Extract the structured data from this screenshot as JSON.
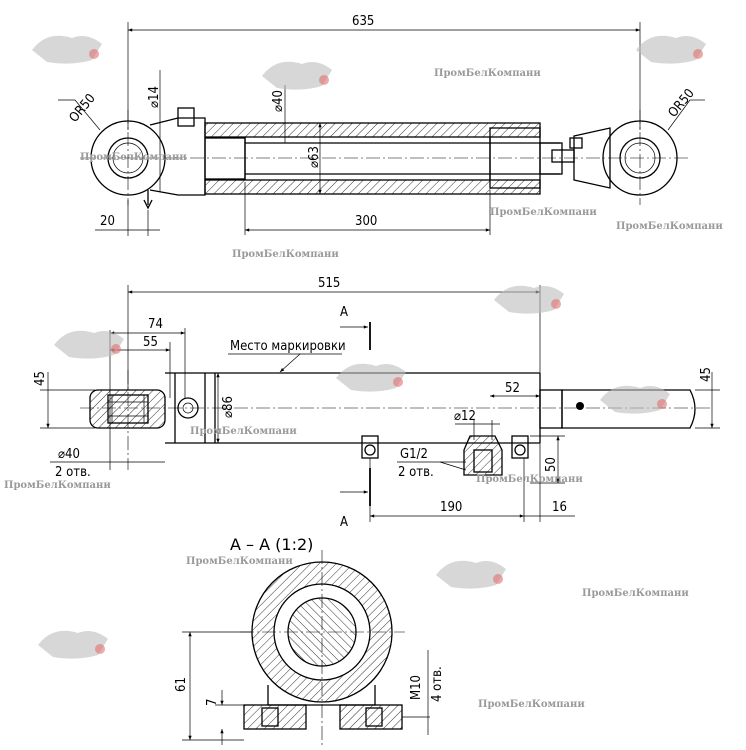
{
  "view_top": {
    "dims": {
      "overall": "635",
      "bore": "300",
      "offset": "20",
      "pin": "⌀14",
      "rod": "⌀40",
      "bore_dia": "⌀63",
      "radius_left": "OR50",
      "radius_right": "OR50"
    }
  },
  "view_middle": {
    "dims": {
      "overall": "515",
      "d74": "74",
      "d55": "55",
      "d45_left": "45",
      "d45_right": "45",
      "d86": "⌀86",
      "d52": "52",
      "d12": "⌀12",
      "d40": "⌀40",
      "holes_2": "2 отв.",
      "thread": "G1/2",
      "thread_holes": "2 отв.",
      "d50": "50",
      "d190": "190",
      "d16": "16"
    },
    "marking_label": "Место маркировки",
    "section_letter_top": "A",
    "section_letter_bottom": "A"
  },
  "view_section": {
    "title": "A – A (1:2)",
    "dims": {
      "d61": "61",
      "d7": "7",
      "m10": "M10",
      "m10_holes": "4 отв."
    }
  },
  "watermark": {
    "text": "ПромБелКомпани",
    "color": "#9a9a9a"
  }
}
